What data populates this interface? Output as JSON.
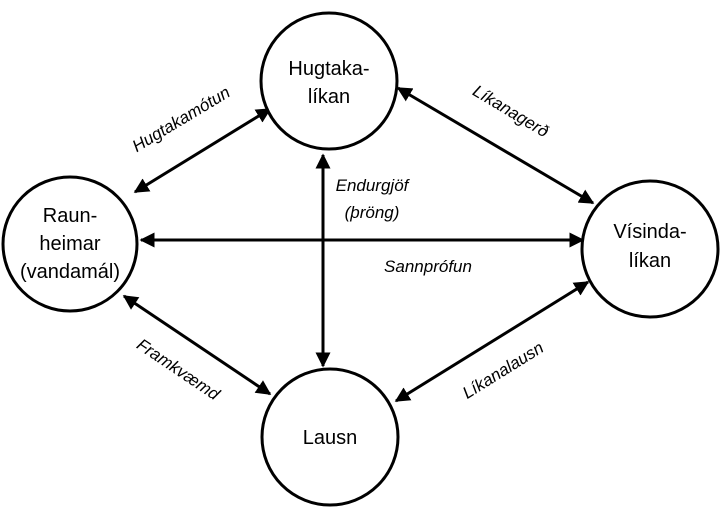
{
  "nodes": {
    "hugtakalikan": {
      "line1": "Hugtaka-",
      "line2": "líkan"
    },
    "raunheimar": {
      "line1": "Raun-",
      "line2": "heimar",
      "line3": "(vandamál)"
    },
    "visindalikan": {
      "line1": "Vísinda-",
      "line2": "líkan"
    },
    "lausn": {
      "line1": "Lausn"
    }
  },
  "edges": {
    "hugtakamotun": "Hugtakamótun",
    "likanagerd": "Líkanagerð",
    "endurgjof_line1": "Endurgjöf",
    "endurgjof_line2": "(þröng)",
    "sannprofun": "Sannprófun",
    "framkvaemd": "Framkvæmd",
    "likanalausn": "Líkanalausn"
  },
  "colors": {
    "stroke": "#000000",
    "background": "#ffffff"
  }
}
